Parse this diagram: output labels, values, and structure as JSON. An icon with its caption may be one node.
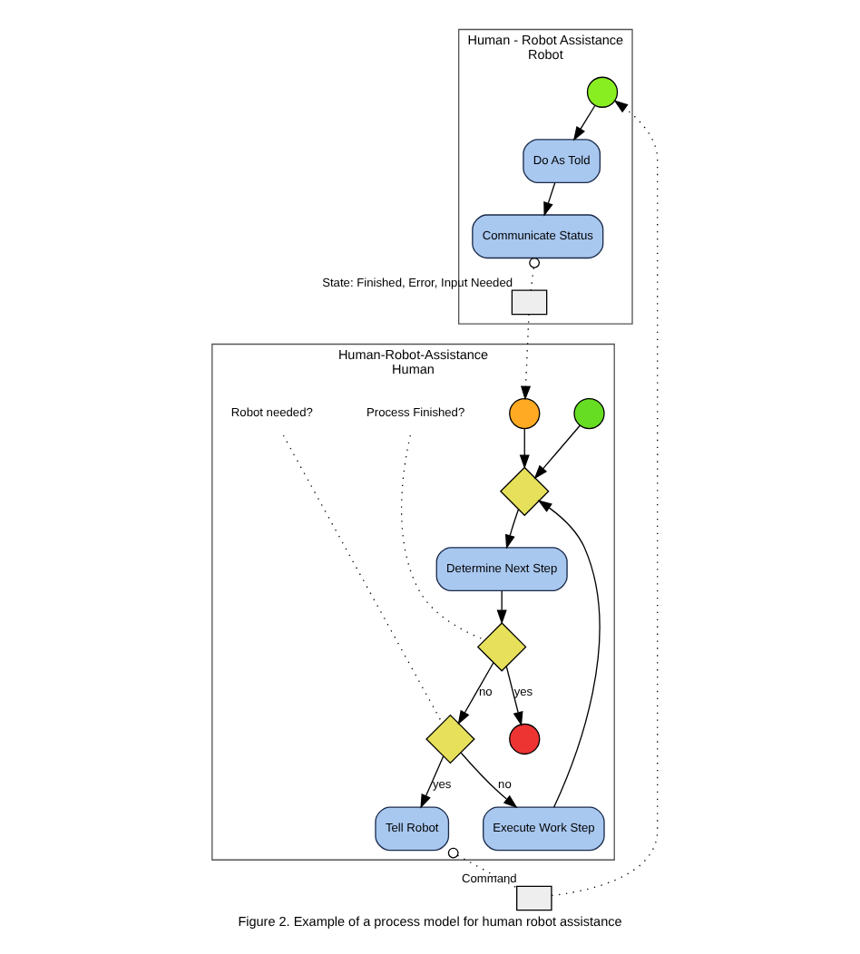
{
  "diagram": {
    "caption": "Figure 2. Example of a process model for human robot assistance",
    "nodes": [
      {
        "text": [
          "Human-Robot-Assistance",
          "Human"
        ]
      },
      {
        "text": [
          "Human - Robot Assistance",
          "Robot"
        ]
      },
      {
        "text": [],
        "shape": "circle",
        "in": 0
      },
      {
        "text": [],
        "shape": "diamond",
        "in": 0
      },
      {
        "text": [],
        "shape": "circle",
        "in": 0
      },
      {
        "text": [
          "Determine Next Step"
        ],
        "in": 0
      },
      {
        "text": [],
        "shape": "diamond",
        "in": 0
      },
      {
        "text": [
          "Process Finished?"
        ],
        "in": 0
      },
      {
        "text": [],
        "shape": "diamond",
        "in": 0
      },
      {
        "text": [
          "Robot needed?"
        ],
        "in": 0
      },
      {
        "text": [
          "Tell Robot"
        ],
        "in": 0
      },
      {
        "text": [
          "Execute Work Step"
        ],
        "in": 0
      },
      {
        "text": [],
        "shape": "circle",
        "in": 0
      },
      {
        "text": [],
        "shape": "envelope",
        "beside": [
          "Command"
        ]
      },
      {
        "text": [],
        "shape": "circle",
        "in": 1
      },
      {
        "text": [
          "Do As Told"
        ],
        "in": 1
      },
      {
        "text": [
          "Communicate Status"
        ],
        "in": 1
      },
      {
        "text": [],
        "shape": "envelope",
        "beside": [
          "State: Finished, Error, Input Needed"
        ],
        "in": 1
      }
    ],
    "edges": [
      {
        "from": 2,
        "to": 3,
        "arrow": "to"
      },
      {
        "from": 4,
        "to": 3,
        "arrow": "to"
      },
      {
        "from": 3,
        "to": 5,
        "arrow": "to"
      },
      {
        "from": 5,
        "to": 6,
        "arrow": "to"
      },
      {
        "from": 7,
        "to": 6,
        "arrow": "none",
        "style": "dashed"
      },
      {
        "from": 6,
        "to": 12,
        "arrow": "to",
        "label": "yes"
      },
      {
        "from": 6,
        "to": 8,
        "arrow": "to",
        "label": "no"
      },
      {
        "from": 9,
        "to": 8,
        "arrow": "none",
        "style": "dashed"
      },
      {
        "from": 8,
        "to": 10,
        "arrow": "to",
        "label": "yes"
      },
      {
        "from": 8,
        "to": 11,
        "arrow": "to",
        "label": "no"
      },
      {
        "from": 11,
        "to": 3,
        "arrow": "to"
      },
      {
        "from": 10,
        "to": 13,
        "arrow": "other",
        "style": "dashed"
      },
      {
        "from": 13,
        "to": 14,
        "arrow": "to",
        "style": "dashed"
      },
      {
        "from": 14,
        "to": 15,
        "arrow": "to"
      },
      {
        "from": 15,
        "to": 16,
        "arrow": "to"
      },
      {
        "from": 16,
        "to": 17,
        "arrow": "other",
        "style": "dashed"
      },
      {
        "from": 17,
        "to": 4,
        "arrow": "to",
        "style": "dashed"
      }
    ]
  }
}
